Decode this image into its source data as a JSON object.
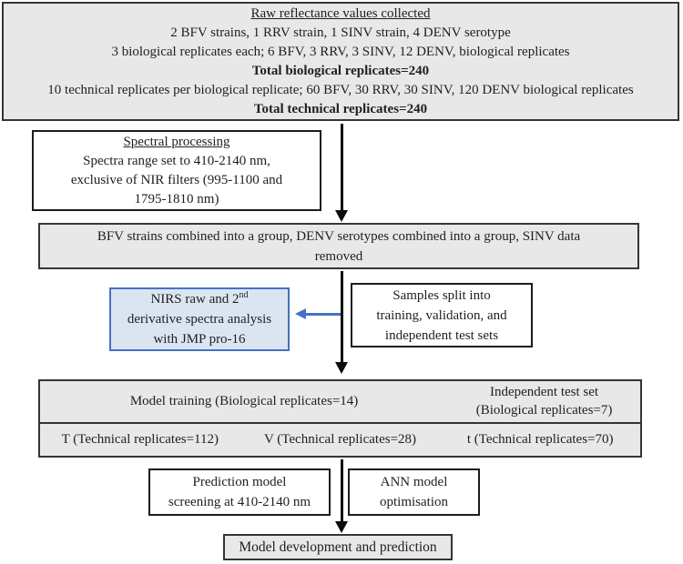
{
  "top_box": {
    "lines": [
      "Raw reflectance values collected",
      "2 BFV strains, 1 RRV strain, 1 SINV strain, 4 DENV serotype",
      "3 biological replicates each; 6 BFV, 3 RRV, 3 SINV, 12 DENV, biological replicates",
      "Total biological replicates=240",
      "10 technical replicates per biological replicate; 60 BFV, 30 RRV, 30 SINV, 120 DENV biological replicates",
      "Total technical replicates=240"
    ]
  },
  "spectral_box": {
    "title": "Spectral processing",
    "lines": [
      "Spectra range set to 410-2140 nm,",
      "exclusive of NIR filters (995-1100 and",
      "1795-1810 nm)"
    ]
  },
  "group_box": {
    "lines": [
      "BFV strains combined into a group, DENV serotypes combined into a group, SINV data",
      "removed"
    ]
  },
  "nirs_box": {
    "line1_pre": "NIRS raw and 2",
    "line1_sup": "nd",
    "line2": "derivative spectra analysis",
    "line3": "with JMP pro-16"
  },
  "samples_box": {
    "lines": [
      "Samples split into",
      "training, validation, and",
      "independent test sets"
    ]
  },
  "model_box": {
    "training_label": "Model training (Biological replicates=14)",
    "independent_line1": "Independent test set",
    "independent_line2": "(Biological replicates=7)",
    "train_cell": "T (Technical replicates=112)",
    "validation_cell": "V (Technical replicates=28)",
    "test_cell": "t (Technical replicates=70)"
  },
  "prediction_box": {
    "line1": "Prediction model",
    "line2": "screening at 410-2140 nm"
  },
  "ann_box": {
    "line1": "ANN model",
    "line2": "optimisation"
  },
  "bottom_box": {
    "text": "Model development and prediction"
  },
  "colors": {
    "gray_fill": "#e8e8e8",
    "blue_fill": "#dbe5f2",
    "blue_accent": "#4472c4",
    "border_dark": "#353535",
    "arrow_black": "#0c0c0c"
  }
}
